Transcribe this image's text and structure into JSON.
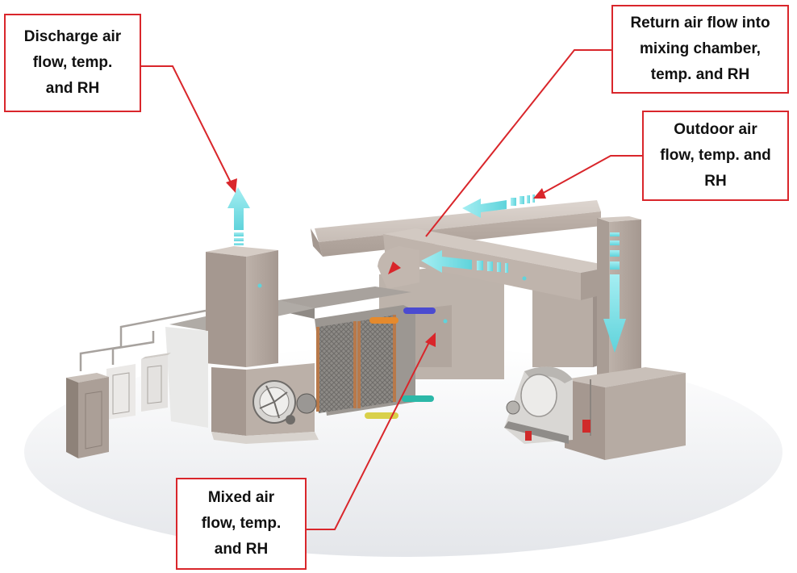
{
  "labels": {
    "discharge": [
      "Discharge air",
      "flow, temp.",
      "and RH"
    ],
    "return_air": [
      "Return air flow into",
      "mixing chamber,",
      "temp. and RH"
    ],
    "outdoor": [
      "Outdoor air",
      "flow, temp. and",
      "RH"
    ],
    "mixed": [
      "Mixed air",
      "flow, temp.",
      "and RH"
    ]
  },
  "colors": {
    "callout_border": "#d9262b",
    "leader_line": "#d9262b",
    "air_flow_arrow": "#7fe0e6",
    "equipment": "#c9bfb8",
    "coil_copper": "#b8794a"
  }
}
